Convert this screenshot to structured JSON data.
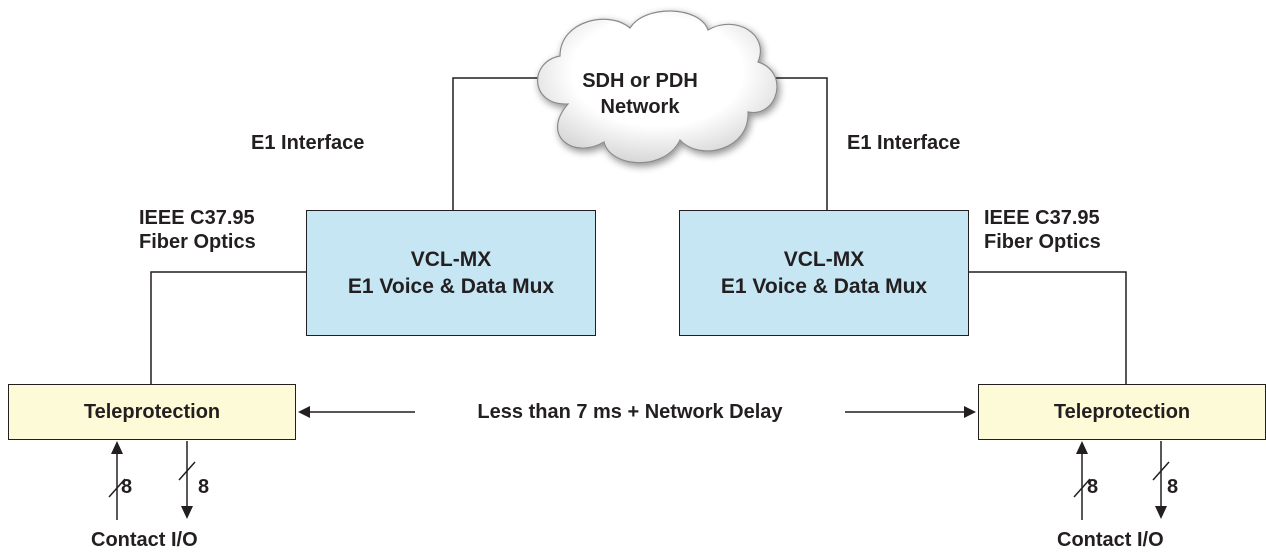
{
  "network": {
    "line1": "SDH or PDH",
    "line2": "Network"
  },
  "interfaces": {
    "left_e1": "E1 Interface",
    "right_e1": "E1 Interface"
  },
  "fiber": {
    "left": {
      "line1": "IEEE C37.95",
      "line2": "Fiber Optics"
    },
    "right": {
      "line1": "IEEE C37.95",
      "line2": "Fiber Optics"
    }
  },
  "mux": {
    "left": {
      "line1": "VCL-MX",
      "line2": "E1 Voice & Data Mux"
    },
    "right": {
      "line1": "VCL-MX",
      "line2": "E1 Voice & Data Mux"
    }
  },
  "teleprotection": {
    "left": "Teleprotection",
    "right": "Teleprotection"
  },
  "delay_label": "Less than 7 ms + Network Delay",
  "bus_width": {
    "left_in": "8",
    "left_out": "8",
    "right_in": "8",
    "right_out": "8"
  },
  "contact": {
    "left": "Contact I/O",
    "right": "Contact I/O"
  },
  "colors": {
    "mux_fill": "#c6e6f4",
    "teleprotection_fill": "#fdfbd7",
    "cloud_fill": "#ffffff",
    "cloud_shadow": "#b9b9b9",
    "line": "#231f20"
  }
}
